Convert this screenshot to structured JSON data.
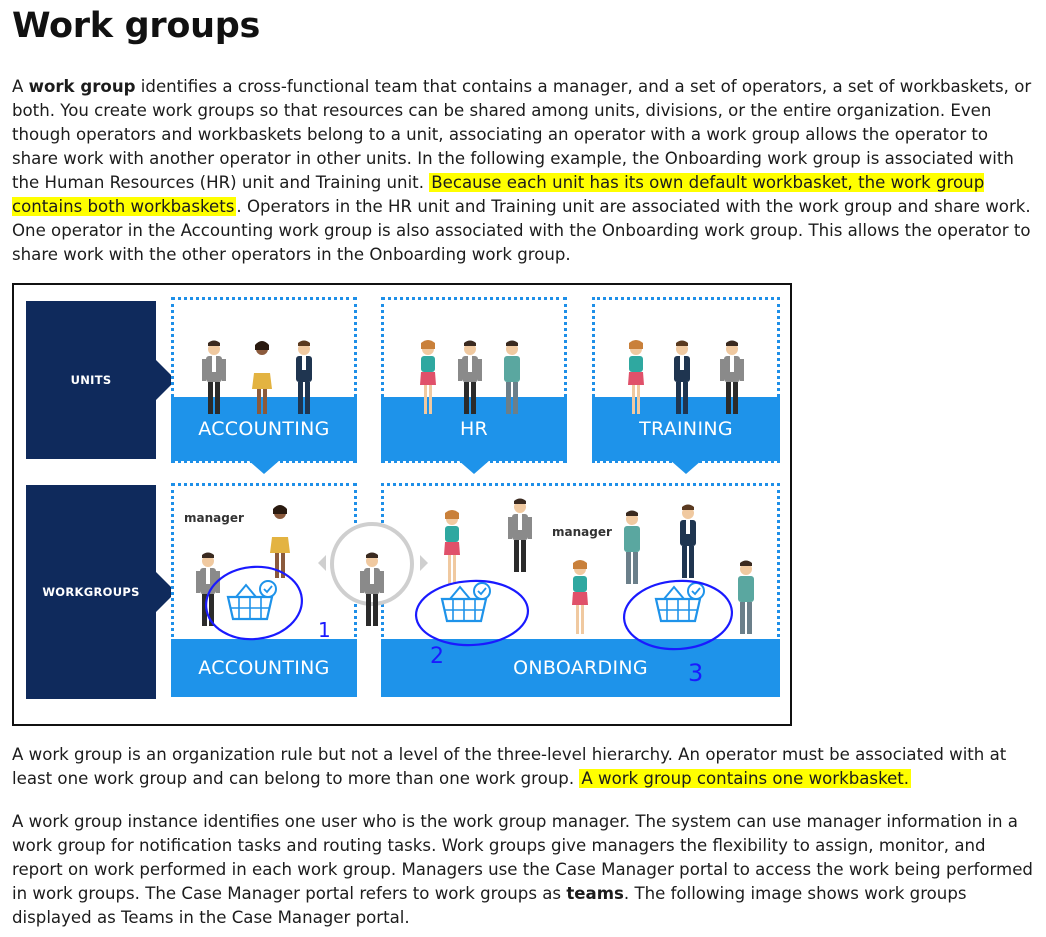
{
  "title": "Work groups",
  "p1": {
    "s1": "A ",
    "b1": "work group",
    "s2": " identifies a cross-functional team that contains a manager, and a set of operators, a set of workbaskets, or both. You create work groups so that resources can be shared among units, divisions, or the entire organization. Even though operators and workbaskets belong to a unit, associating an operator with a work group allows the operator to share work with another operator in other units. In the following example, the Onboarding work group is associated with the Human Resources (HR) unit and Training unit. ",
    "hl1": "Because each unit has its own default workbasket, the work group contains both workbaskets",
    "s3": ". Operators in the HR unit and Training unit are associated with the work group and share work. One operator in the Accounting work group is also associated with the Onboarding work group. This allows the operator to share work with the other operators in the Onboarding work group."
  },
  "diagram": {
    "units_label": "UNITS",
    "workgroups_label": "WORKGROUPS",
    "units": [
      "ACCOUNTING",
      "HR",
      "TRAINING"
    ],
    "workgroups": [
      "ACCOUNTING",
      "ONBOARDING"
    ],
    "manager_label": "manager",
    "annotations": [
      "1",
      "2",
      "3"
    ],
    "colors": {
      "navy": "#0f2a5c",
      "blue": "#1e93ea",
      "ink": "#1a1aff"
    }
  },
  "p2": {
    "s1": "A work group is an organization rule but not a level of the three-level hierarchy. An operator must be associated with at least one work group and can belong to more than one work group. ",
    "hl1": "A work group contains one workbasket."
  },
  "p3": {
    "s1": "A work group instance identifies one user who is the work group manager. The system can use manager information in a work group for notification tasks and routing tasks. Work groups give managers the flexibility to assign, monitor, and report on work performed in each work group. Managers use the Case Manager portal to access the work being performed in work groups. The Case Manager portal refers to work groups as ",
    "b1": "teams",
    "s2": ". The following image shows work groups displayed as Teams in the Case Manager portal."
  }
}
